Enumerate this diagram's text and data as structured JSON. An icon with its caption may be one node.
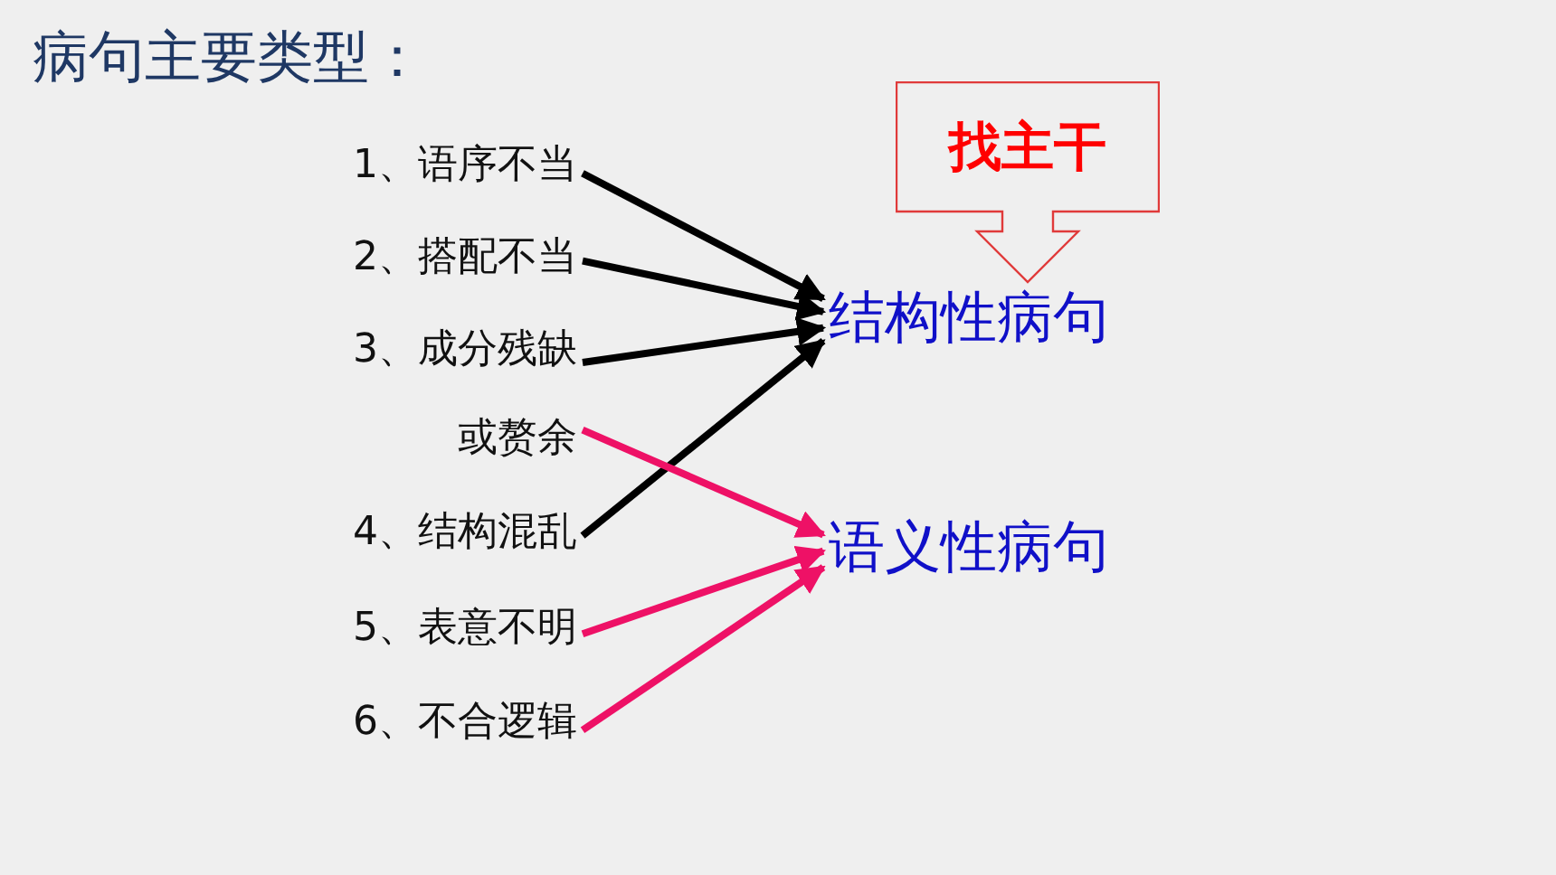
{
  "diagram": {
    "title": "病句主要类型：",
    "nodes": [
      {
        "text": [
          "1、语序不当"
        ]
      },
      {
        "text": [
          "2、搭配不当"
        ]
      },
      {
        "text": [
          "3、成分残缺"
        ]
      },
      {
        "text": [
          "或赘余"
        ]
      },
      {
        "text": [
          "4、结构混乱"
        ]
      },
      {
        "text": [
          "5、表意不明"
        ]
      },
      {
        "text": [
          "6、不合逻辑"
        ]
      },
      {
        "text": [
          "找主干"
        ]
      },
      {
        "text": [
          "结构性病句"
        ]
      },
      {
        "text": [
          "语义性病句"
        ]
      }
    ],
    "edges": [
      {
        "from": 0,
        "to": 8,
        "arrow": "to"
      },
      {
        "from": 1,
        "to": 8,
        "arrow": "to"
      },
      {
        "from": 2,
        "to": 8,
        "arrow": "to"
      },
      {
        "from": 4,
        "to": 8,
        "arrow": "to"
      },
      {
        "from": 3,
        "to": 9,
        "arrow": "to",
        "color": "#ee1166"
      },
      {
        "from": 5,
        "to": 9,
        "arrow": "to",
        "color": "#ee1166"
      },
      {
        "from": 6,
        "to": 9,
        "arrow": "to",
        "color": "#ee1166"
      }
    ]
  }
}
